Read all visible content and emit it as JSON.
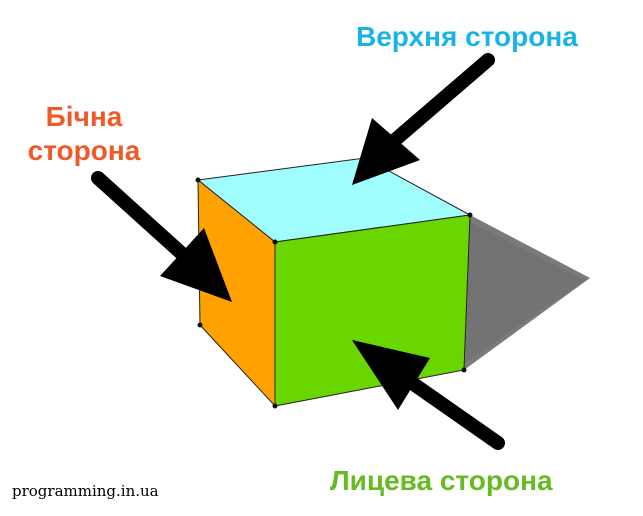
{
  "labels": {
    "top": "Верхня сторона",
    "side_line1": "Бічна",
    "side_line2": "сторона",
    "front": "Лицева сторона"
  },
  "watermark": "programming.in.ua",
  "colors": {
    "top_face": "#9ffdfd",
    "side_face": "#ffa200",
    "front_face": "#69d600",
    "shadow": "#7a7a7a",
    "arrow": "#000000",
    "label_top": "#1ab3e6",
    "label_side": "#f05a28",
    "label_front": "#66bb22"
  }
}
